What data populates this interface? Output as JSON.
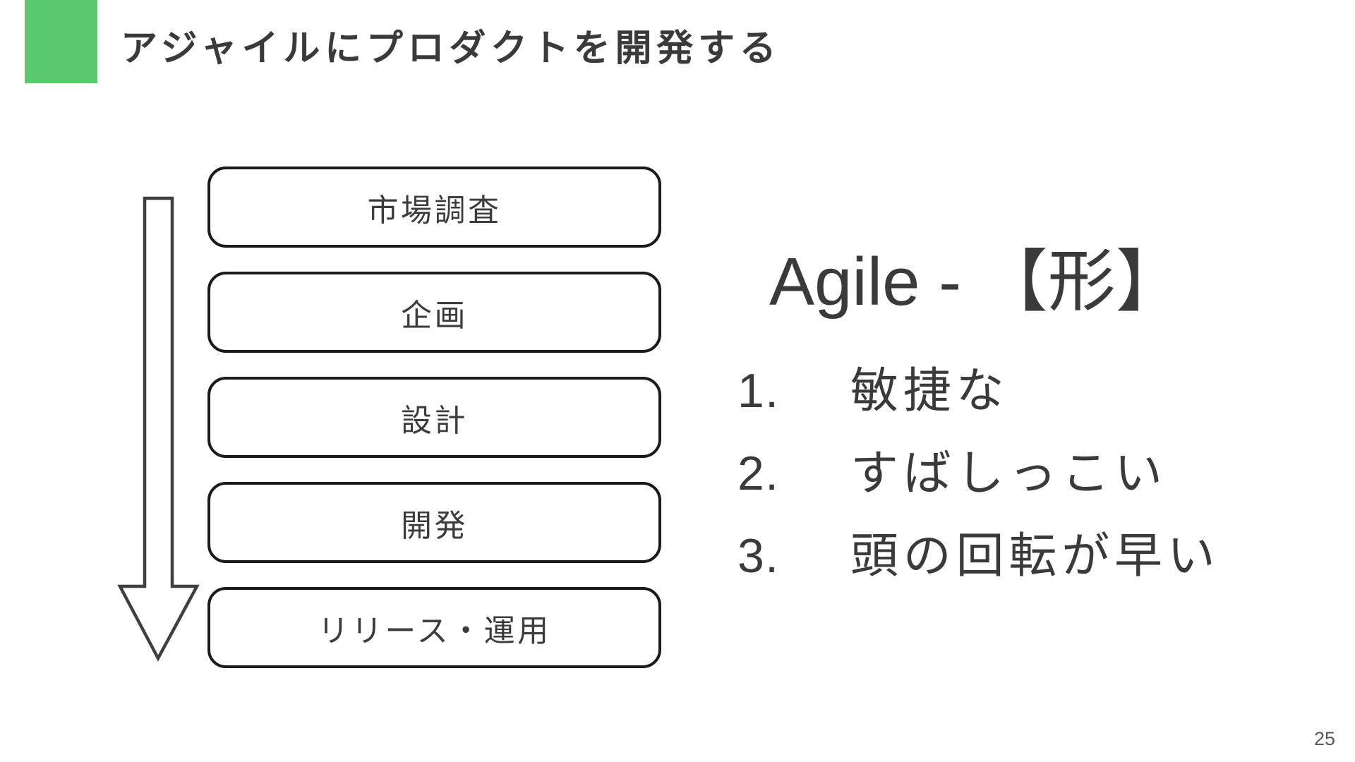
{
  "slide": {
    "title": "アジャイルにプロダクトを開発する",
    "page_number": "25",
    "accent_color": "#5bc96e"
  },
  "flow": {
    "arrow_icon": "down-arrow",
    "steps": [
      {
        "label": "市場調査"
      },
      {
        "label": "企画"
      },
      {
        "label": "設計"
      },
      {
        "label": "開発"
      },
      {
        "label": "リリース・運用"
      }
    ]
  },
  "definition": {
    "heading": "Agile - 【形】",
    "items": [
      {
        "number": "1.",
        "text": "敏捷な"
      },
      {
        "number": "2.",
        "text": "すばしっこい"
      },
      {
        "number": "3.",
        "text": "頭の回転が早い"
      }
    ]
  }
}
